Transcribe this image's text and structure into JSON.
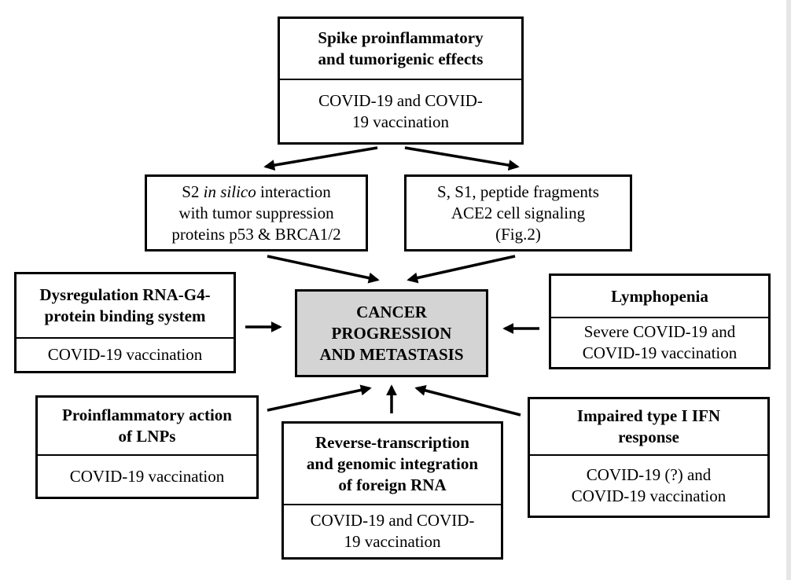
{
  "boxes": {
    "spike": {
      "title": [
        "Spike proinflammatory",
        "and tumorigenic effects"
      ],
      "body": [
        "COVID-19 and COVID-",
        "19 vaccination"
      ]
    },
    "s2": {
      "pre": "S2 ",
      "italic": "in silico",
      "post": " interaction",
      "lines": [
        "with tumor suppression",
        "proteins p53 & BRCA1/2"
      ]
    },
    "s1": {
      "lines": [
        "S, S1, peptide fragments",
        "ACE2 cell signaling",
        "(Fig.2)"
      ]
    },
    "rna_g4": {
      "title": [
        "Dysregulation RNA-G4-",
        "protein binding system"
      ],
      "body": [
        "COVID-19 vaccination"
      ]
    },
    "cancer": {
      "lines": [
        "CANCER",
        "PROGRESSION",
        "AND METASTASIS"
      ]
    },
    "lymphopenia": {
      "title": [
        "Lymphopenia"
      ],
      "body": [
        "Severe COVID-19 and",
        "COVID-19 vaccination"
      ]
    },
    "lnp": {
      "title": [
        "Proinflammatory action",
        "of LNPs"
      ],
      "body": [
        "COVID-19 vaccination"
      ]
    },
    "reverse": {
      "title": [
        "Reverse-transcription",
        "and genomic integration",
        "of foreign RNA"
      ],
      "body": [
        "COVID-19 and COVID-",
        "19 vaccination"
      ]
    },
    "ifn": {
      "title": [
        "Impaired type I IFN",
        "response"
      ],
      "body": [
        "COVID-19 (?) and",
        "COVID-19 vaccination"
      ]
    }
  }
}
